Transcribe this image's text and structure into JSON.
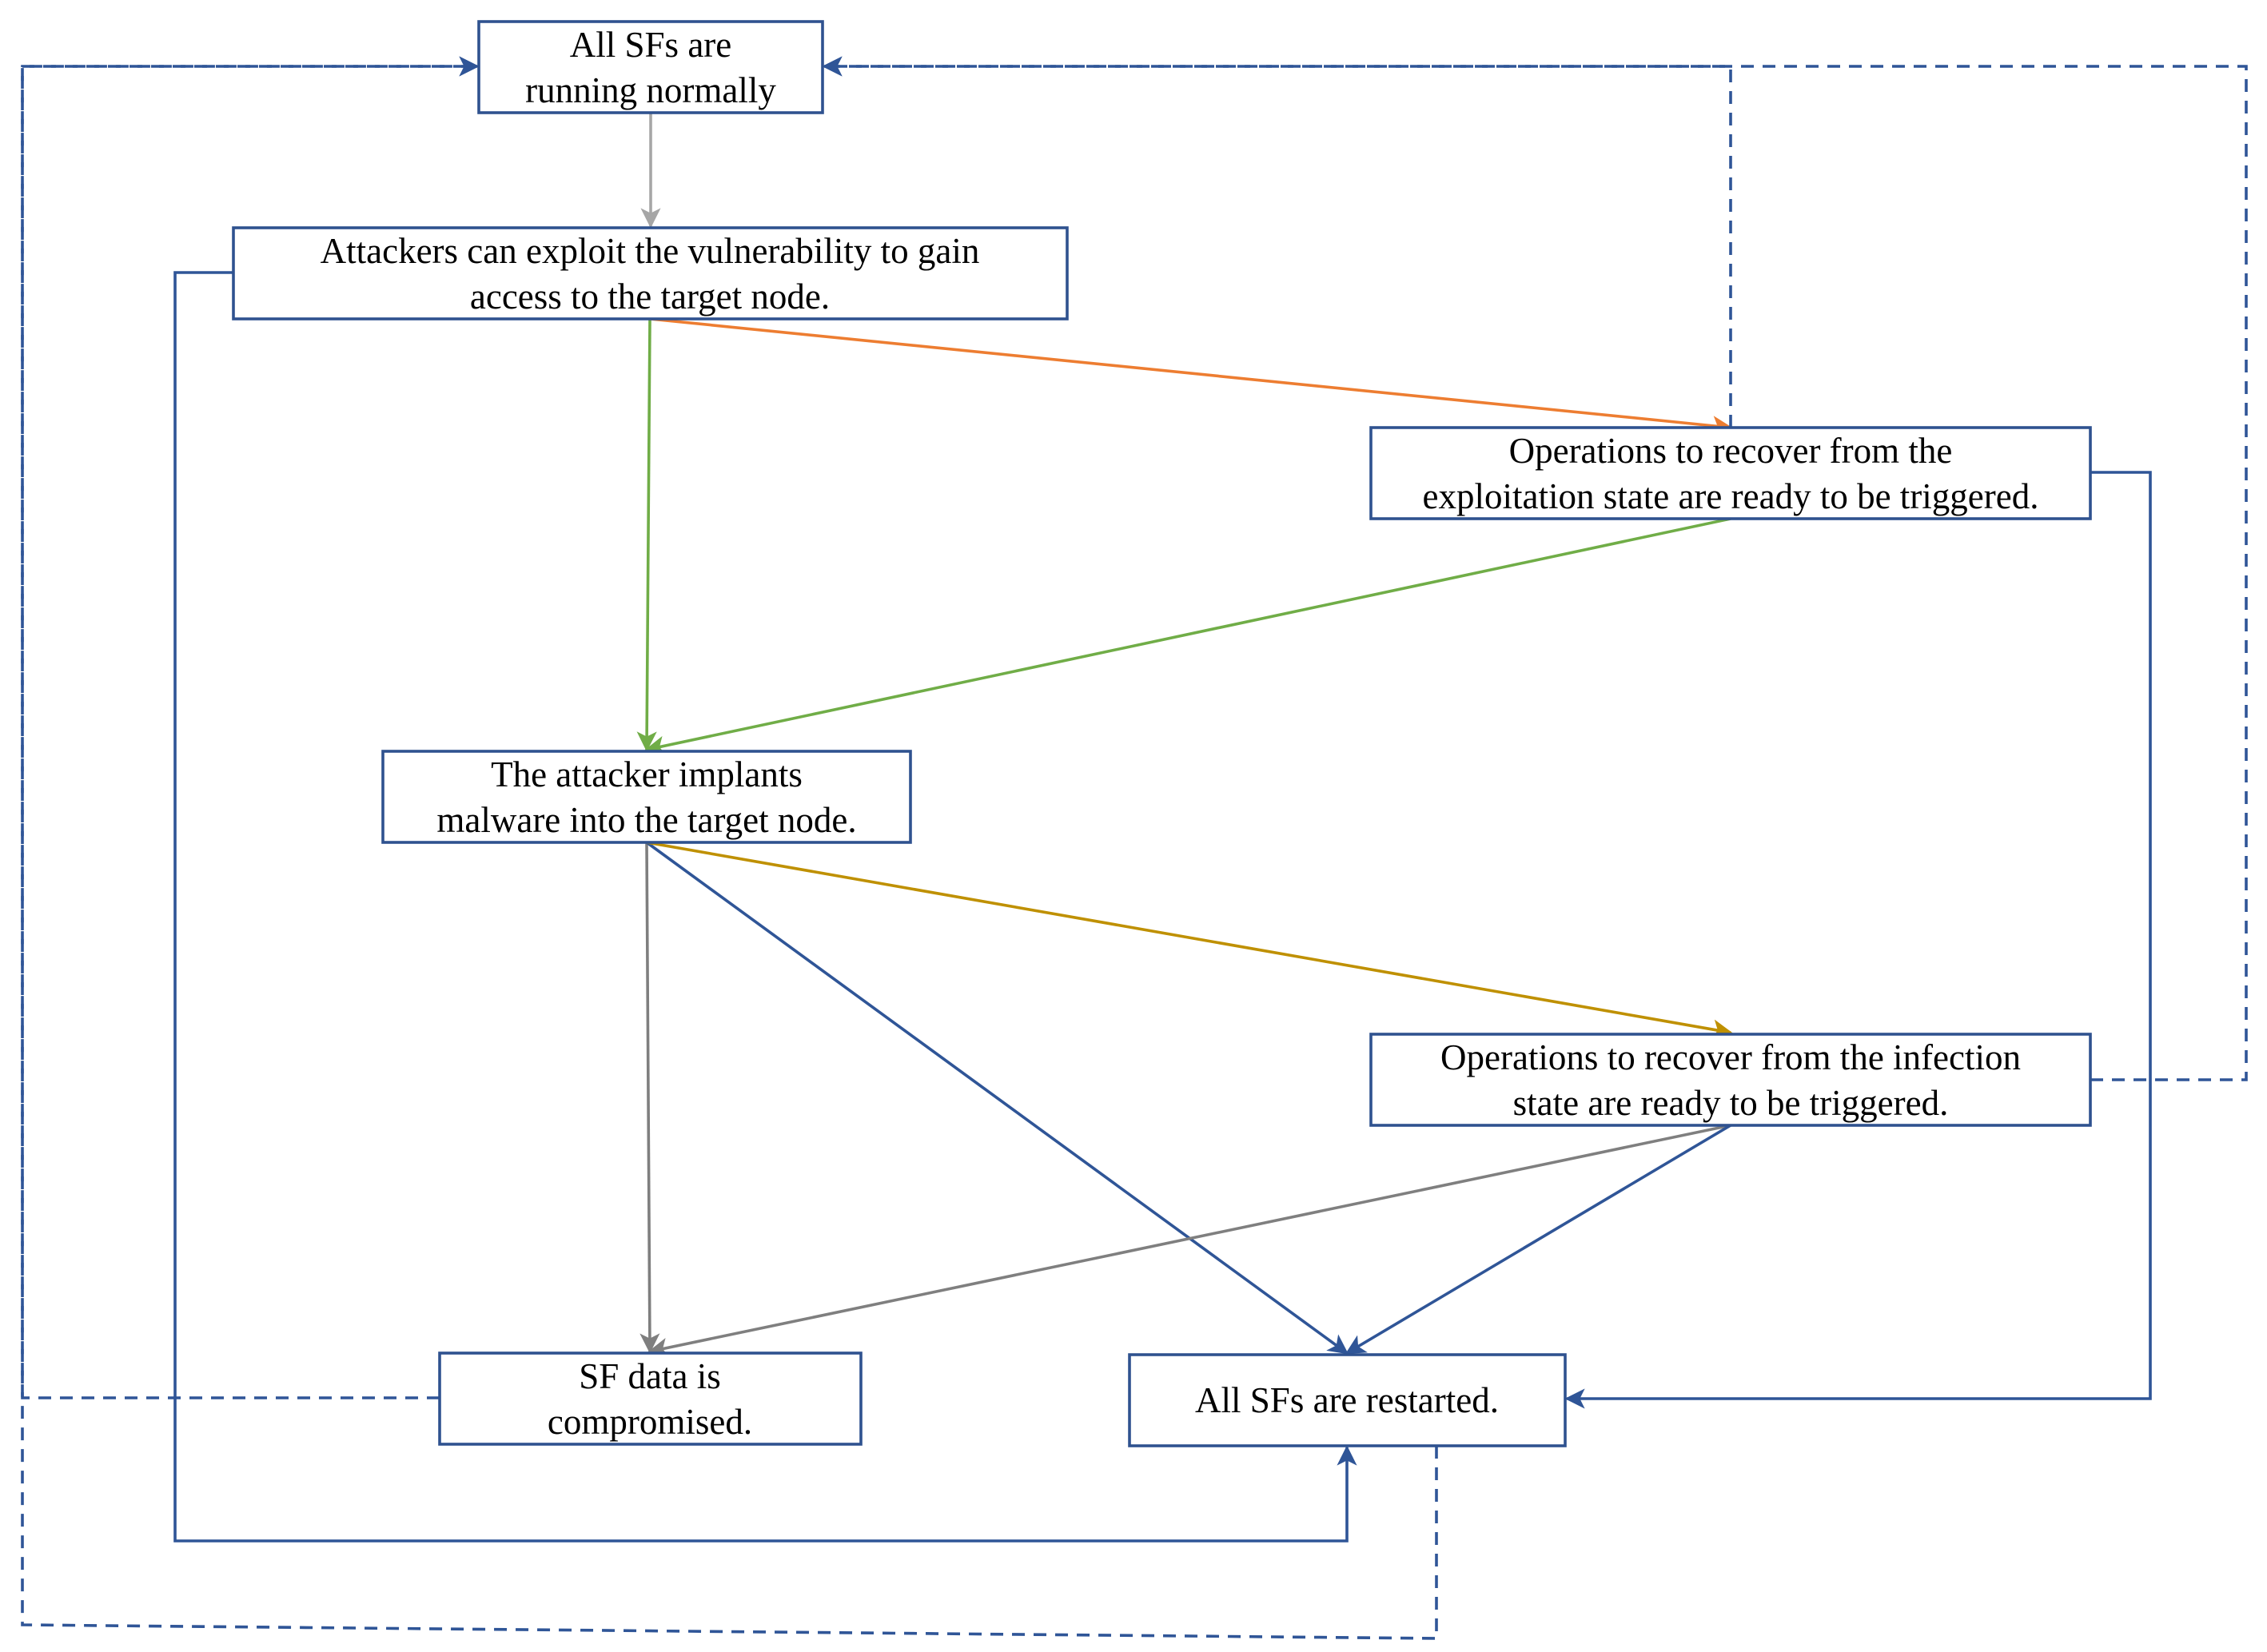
{
  "nodes": {
    "running": {
      "lines": [
        "All SFs are",
        "running normally"
      ]
    },
    "exploit": {
      "lines": [
        "Attackers can exploit the vulnerability  to gain",
        "access to the target node."
      ]
    },
    "recover_exploit": {
      "lines": [
        "Operations to recover from the",
        "exploitation state are ready to be triggered."
      ]
    },
    "implant": {
      "lines": [
        "The attacker implants",
        "malware into the target node."
      ]
    },
    "recover_infect": {
      "lines": [
        "Operations to recover from the infection",
        "state are ready to be triggered."
      ]
    },
    "compromised": {
      "lines": [
        "SF data is",
        "compromised."
      ]
    },
    "restarted": {
      "lines": [
        "All SFs are restarted."
      ]
    }
  },
  "edges": [
    {
      "from": "running",
      "to": "exploit",
      "color": "#a6a6a6",
      "style": "solid"
    },
    {
      "from": "exploit",
      "to": "implant",
      "color": "#70ad47",
      "style": "solid"
    },
    {
      "from": "exploit",
      "to": "recover_exploit",
      "color": "#ed7d31",
      "style": "solid"
    },
    {
      "from": "recover_exploit",
      "to": "implant",
      "color": "#70ad47",
      "style": "solid"
    },
    {
      "from": "implant",
      "to": "compromised",
      "color": "#7f7f7f",
      "style": "solid"
    },
    {
      "from": "implant",
      "to": "restarted",
      "color": "#2f5597",
      "style": "solid"
    },
    {
      "from": "implant",
      "to": "recover_infect",
      "color": "#bf9000",
      "style": "solid"
    },
    {
      "from": "recover_infect",
      "to": "compromised",
      "color": "#7f7f7f",
      "style": "solid"
    },
    {
      "from": "recover_infect",
      "to": "restarted",
      "color": "#2f5597",
      "style": "solid"
    },
    {
      "from": "exploit",
      "to": "restarted",
      "color": "#2f5597",
      "style": "solid"
    },
    {
      "from": "recover_exploit",
      "to": "restarted",
      "color": "#2f5597",
      "style": "solid"
    },
    {
      "from": "recover_exploit",
      "to": "running",
      "color": "#2f5597",
      "style": "dashed"
    },
    {
      "from": "recover_infect",
      "to": "running",
      "color": "#2f5597",
      "style": "dashed"
    },
    {
      "from": "compromised",
      "to": "running",
      "color": "#2f5597",
      "style": "dashed"
    },
    {
      "from": "restarted",
      "to": "running",
      "color": "#2f5597",
      "style": "dashed"
    }
  ]
}
